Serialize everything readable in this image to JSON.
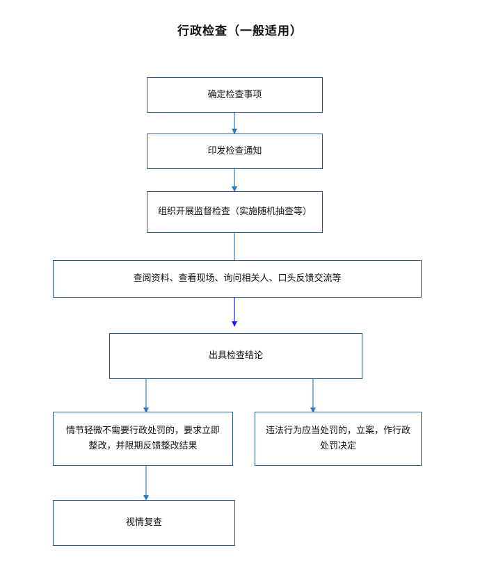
{
  "title": "行政检查（一般适用）",
  "steps": {
    "s1": "确定检查事项",
    "s2": "印发检查通知",
    "s3": "组织开展监督检查（实施随机抽查等）",
    "s4": "查阅资料、查看现场、询问相关人、口头反馈交流等",
    "s5": "出具检查结论",
    "s6_line1": "情节轻微不需要行政处罚的，要求立即",
    "s6_line2": "整改，并限期反馈整改结果",
    "s7_line1": "违法行为应当处罚的，立案，作行政",
    "s7_line2": "处罚决定",
    "s8": "视情复查"
  },
  "colors": {
    "border": "#2a5a8a",
    "arrow": "#2b7bc0",
    "arrow_dark": "#1a1aff"
  }
}
